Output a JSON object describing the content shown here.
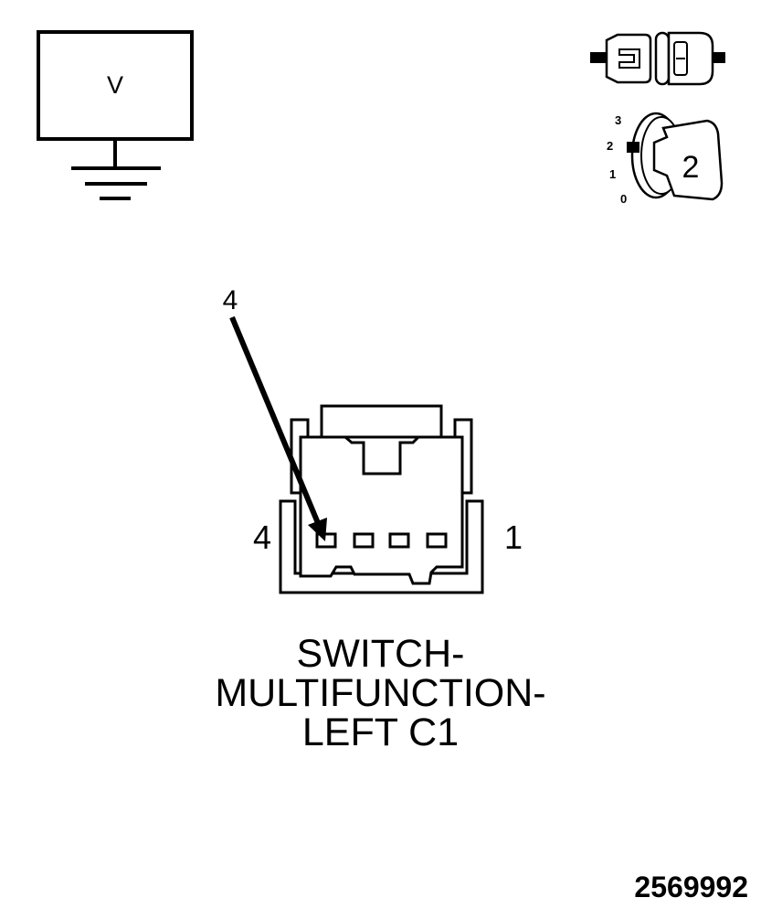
{
  "voltmeter": {
    "symbol": "V"
  },
  "ignition": {
    "positions": [
      "3",
      "2",
      "1",
      "0"
    ],
    "key_label": "2"
  },
  "connector": {
    "callout_pin": "4",
    "pin_left_label": "4",
    "pin_right_label": "1",
    "name_lines": [
      "SWITCH-",
      "MULTIFUNCTION-",
      "LEFT C1"
    ]
  },
  "figure_number": "2569992"
}
